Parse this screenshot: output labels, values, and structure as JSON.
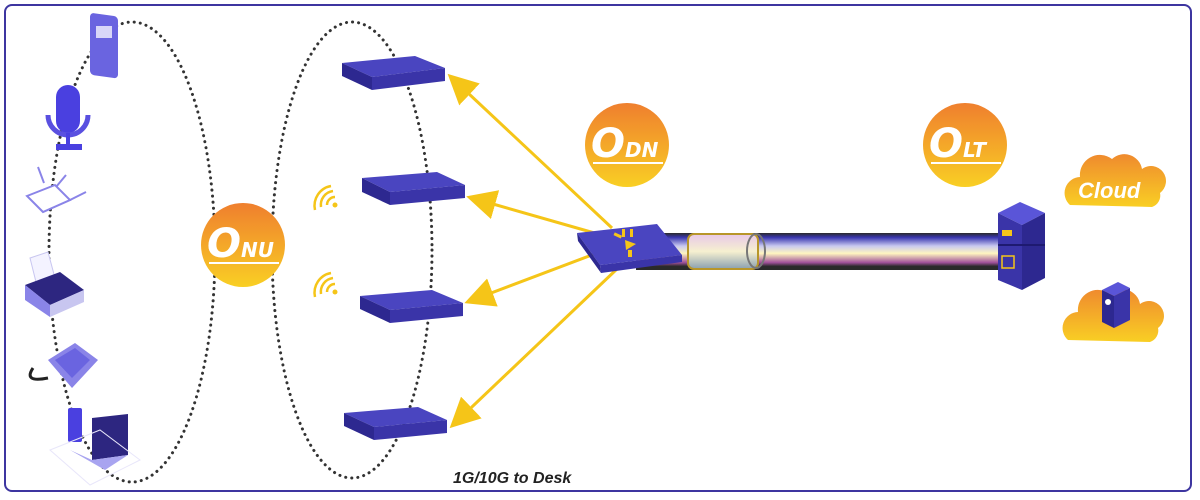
{
  "badges": {
    "onu": {
      "big": "O",
      "small": "NU"
    },
    "odn": {
      "big": "O",
      "small": "DN"
    },
    "olt": {
      "big": "O",
      "small": "LT"
    }
  },
  "cloud_label": "Cloud",
  "caption": "1G/10G to Desk",
  "colors": {
    "frame": "#3d35a0",
    "device": "#4540b8",
    "arrow": "#f5c518",
    "badge_top": "#ef7f2e",
    "badge_bottom": "#f9cf24"
  }
}
